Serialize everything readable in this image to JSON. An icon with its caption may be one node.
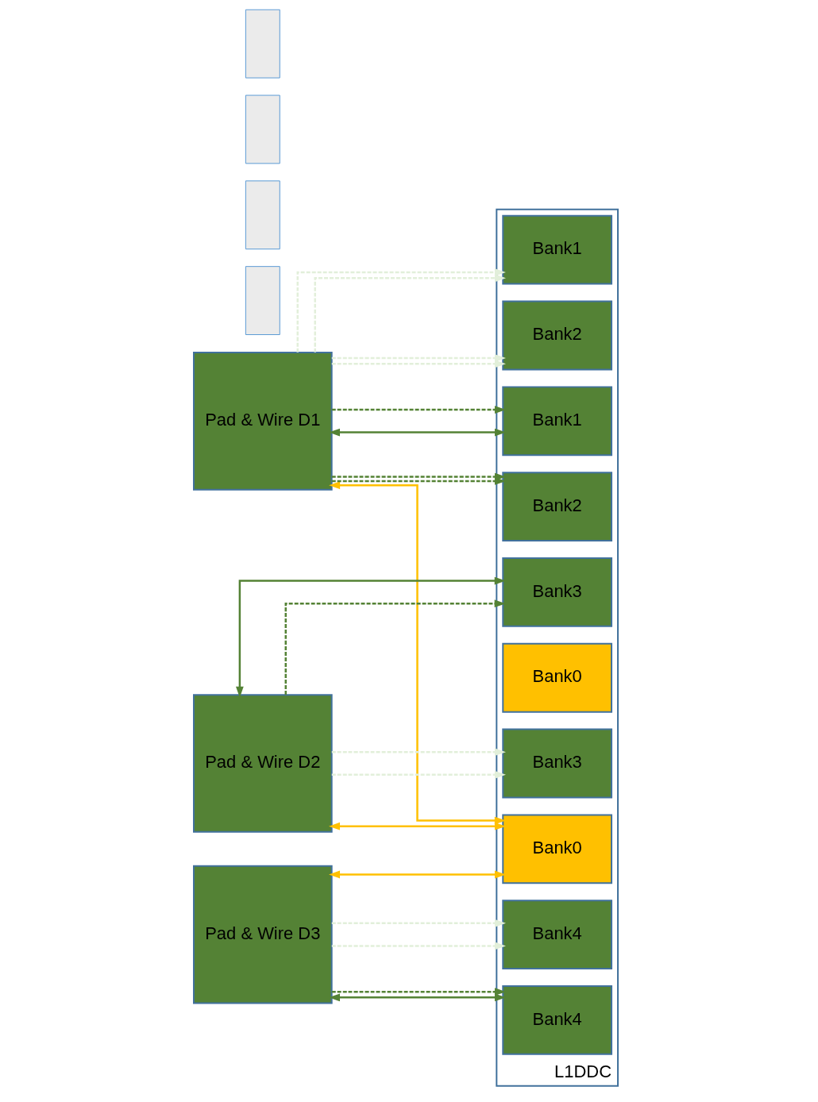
{
  "diagram": {
    "nodes": [
      {
        "text": [
          "L1DDC"
        ]
      },
      {
        "text": [
          "Bank0"
        ],
        "in": 0
      },
      {
        "text": [
          "Pad & Wire D1"
        ]
      },
      {
        "text": [],
        "shape": "box"
      },
      {
        "text": [
          "Bank1"
        ],
        "in": 0
      },
      {
        "text": [
          "Bank2"
        ],
        "in": 0
      },
      {
        "text": [],
        "shape": "box"
      },
      {
        "text": [
          "Bank3"
        ],
        "in": 0
      },
      {
        "text": [
          "Bank4"
        ],
        "in": 0
      },
      {
        "text": [
          "Bank0"
        ],
        "in": 0
      },
      {
        "text": [
          "Pad & Wire D2"
        ]
      },
      {
        "text": [],
        "shape": "box"
      },
      {
        "text": [
          "Bank1"
        ],
        "in": 0
      },
      {
        "text": [
          "Bank2"
        ],
        "in": 0
      },
      {
        "text": [
          "Bank3"
        ],
        "in": 0
      },
      {
        "text": [
          "Pad & Wire D3"
        ]
      },
      {
        "text": [],
        "shape": "box"
      },
      {
        "text": [
          "Bank4"
        ],
        "in": 0
      }
    ],
    "edges": [
      {
        "from": 2,
        "to": 1,
        "arrow": "both",
        "color": "#ffc000"
      },
      {
        "from": 2,
        "to": 4,
        "arrow": "both"
      },
      {
        "from": 2,
        "to": 4,
        "arrow": "to",
        "style": "dashed"
      },
      {
        "from": 2,
        "to": 5,
        "arrow": "to",
        "style": "dashed"
      },
      {
        "from": 2,
        "to": 5,
        "arrow": "to",
        "style": "dashed"
      },
      {
        "from": 2,
        "to": 12,
        "arrow": "to",
        "style": "dashed",
        "color": "#e2efda"
      },
      {
        "from": 2,
        "to": 12,
        "arrow": "to",
        "style": "dashed",
        "color": "#e2efda"
      },
      {
        "from": 2,
        "to": 13,
        "arrow": "to",
        "style": "dashed",
        "color": "#e2efda"
      },
      {
        "from": 2,
        "to": 13,
        "arrow": "to",
        "style": "dashed",
        "color": "#e2efda"
      },
      {
        "from": 10,
        "to": 7,
        "arrow": "both"
      },
      {
        "from": 10,
        "to": 7,
        "arrow": "to",
        "style": "dashed"
      },
      {
        "from": 10,
        "to": 1,
        "arrow": "both",
        "color": "#ffc000"
      },
      {
        "from": 10,
        "to": 14,
        "arrow": "to",
        "style": "dashed",
        "color": "#e2efda"
      },
      {
        "from": 10,
        "to": 14,
        "arrow": "to",
        "style": "dashed",
        "color": "#e2efda"
      },
      {
        "from": 15,
        "to": 8,
        "arrow": "both"
      },
      {
        "from": 15,
        "to": 8,
        "arrow": "to",
        "style": "dashed"
      },
      {
        "from": 15,
        "to": 1,
        "arrow": "both",
        "color": "#ffc000"
      },
      {
        "from": 15,
        "to": 17,
        "arrow": "to",
        "style": "dashed",
        "color": "#e2efda"
      },
      {
        "from": 15,
        "to": 17,
        "arrow": "to",
        "style": "dashed",
        "color": "#e2efda"
      }
    ]
  }
}
